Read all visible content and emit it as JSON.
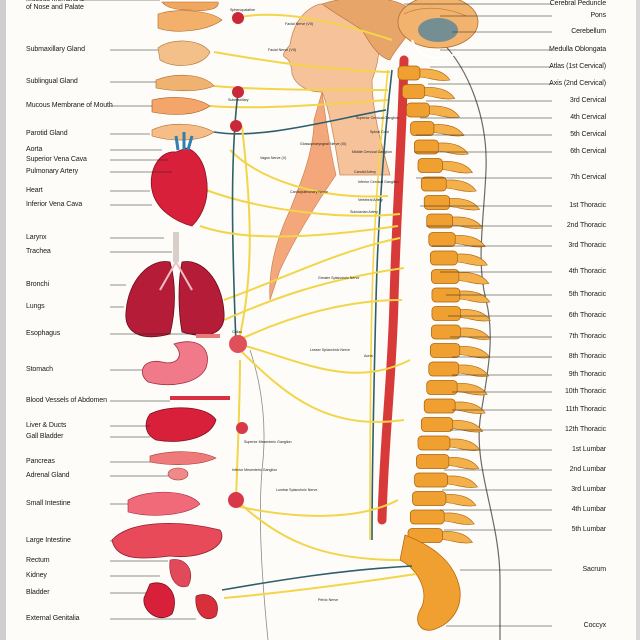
{
  "colors": {
    "nerve": "#f2d54a",
    "nerve_dark": "#2f5f6a",
    "spine": "#f0a030",
    "spinal_cord": "#d83a3a",
    "skin": "#f7c9a0",
    "organ_red": "#d8203a",
    "leader": "#222222"
  },
  "left_labels": [
    {
      "key": "l0",
      "text": "Mucous Membrane\nof Nose and Palate"
    },
    {
      "key": "l1",
      "text": "Submaxillary Gland"
    },
    {
      "key": "l2",
      "text": "Sublingual Gland"
    },
    {
      "key": "l3",
      "text": "Mucous Membrane of Mouth"
    },
    {
      "key": "l4",
      "text": "Parotid Gland"
    },
    {
      "key": "l5",
      "text": "Aorta"
    },
    {
      "key": "l6",
      "text": "Superior Vena Cava"
    },
    {
      "key": "l7",
      "text": "Pulmonary Artery"
    },
    {
      "key": "l8",
      "text": "Heart"
    },
    {
      "key": "l9",
      "text": "Inferior Vena Cava"
    },
    {
      "key": "l10",
      "text": "Larynx"
    },
    {
      "key": "l11",
      "text": "Trachea"
    },
    {
      "key": "l12",
      "text": "Bronchi"
    },
    {
      "key": "l13",
      "text": "Lungs"
    },
    {
      "key": "l14",
      "text": "Esophagus"
    },
    {
      "key": "l15",
      "text": "Stomach"
    },
    {
      "key": "l16",
      "text": "Blood Vessels of Abdomen"
    },
    {
      "key": "l17",
      "text": "Liver & Ducts"
    },
    {
      "key": "l18",
      "text": "Gall Bladder"
    },
    {
      "key": "l19",
      "text": "Pancreas"
    },
    {
      "key": "l20",
      "text": "Adrenal Gland"
    },
    {
      "key": "l21",
      "text": "Small Intestine"
    },
    {
      "key": "l22",
      "text": "Large Intestine"
    },
    {
      "key": "l23",
      "text": "Rectum"
    },
    {
      "key": "l24",
      "text": "Kidney"
    },
    {
      "key": "l25",
      "text": "Bladder"
    },
    {
      "key": "l26",
      "text": "External Genitalia"
    }
  ],
  "right_labels": [
    {
      "key": "r0",
      "text": "Cerebral Peduncle"
    },
    {
      "key": "r1",
      "text": "Pons"
    },
    {
      "key": "r2",
      "text": "Cerebellum"
    },
    {
      "key": "r3",
      "text": "Medulla Oblongata"
    },
    {
      "key": "r4",
      "text": "Atlas (1st Cervical)"
    },
    {
      "key": "r5",
      "text": "Axis (2nd Cervical)"
    },
    {
      "key": "r6",
      "text": "3rd Cervical"
    },
    {
      "key": "r7",
      "text": "4th Cervical"
    },
    {
      "key": "r8",
      "text": "5th Cervical"
    },
    {
      "key": "r9",
      "text": "6th Cervical"
    },
    {
      "key": "r10",
      "text": "7th Cervical"
    },
    {
      "key": "r11",
      "text": "1st Thoracic"
    },
    {
      "key": "r12",
      "text": "2nd Thoracic"
    },
    {
      "key": "r13",
      "text": "3rd Thoracic"
    },
    {
      "key": "r14",
      "text": "4th Thoracic"
    },
    {
      "key": "r15",
      "text": "5th Thoracic"
    },
    {
      "key": "r16",
      "text": "6th Thoracic"
    },
    {
      "key": "r17",
      "text": "7th Thoracic"
    },
    {
      "key": "r18",
      "text": "8th Thoracic"
    },
    {
      "key": "r19",
      "text": "9th Thoracic"
    },
    {
      "key": "r20",
      "text": "10th Thoracic"
    },
    {
      "key": "r21",
      "text": "11th Thoracic"
    },
    {
      "key": "r22",
      "text": "12th Thoracic"
    },
    {
      "key": "r23",
      "text": "1st Lumbar"
    },
    {
      "key": "r24",
      "text": "2nd Lumbar"
    },
    {
      "key": "r25",
      "text": "3rd Lumbar"
    },
    {
      "key": "r26",
      "text": "4th Lumbar"
    },
    {
      "key": "r27",
      "text": "5th Lumbar"
    },
    {
      "key": "r28",
      "text": "Sacrum"
    },
    {
      "key": "r29",
      "text": "Coccyx"
    }
  ],
  "inner_labels": {
    "i0": "Facial Nerve (VII)",
    "i1": "Sphenopalatine",
    "i2": "Facial Nerve (VII)",
    "i3": "Submaxillary",
    "i4": "Glossopharyngeal Nerve (IX)",
    "i5": "Vagus Nerve (X)",
    "i6": "Cardiopulmonary Nerve",
    "i7": "Superior Cervical Ganglion",
    "i8": "Spinal Cord",
    "i9": "Middle Cervical Ganglion",
    "i10": "Carotid Artery",
    "i11": "Inferior Cervical Ganglion",
    "i12": "Vertebral Artery",
    "i13": "Subclavian Artery",
    "i14": "Greater Splanchnic Nerve",
    "i15": "Lesser Splanchnic Nerve",
    "i16": "Aorta",
    "i17": "Celiac",
    "i18": "Superior Mesenteric Ganglion",
    "i19": "Inferior Mesenteric Ganglion",
    "i20": "Lumbar Splanchnic Nerve",
    "i21": "Pelvic Nerve"
  }
}
